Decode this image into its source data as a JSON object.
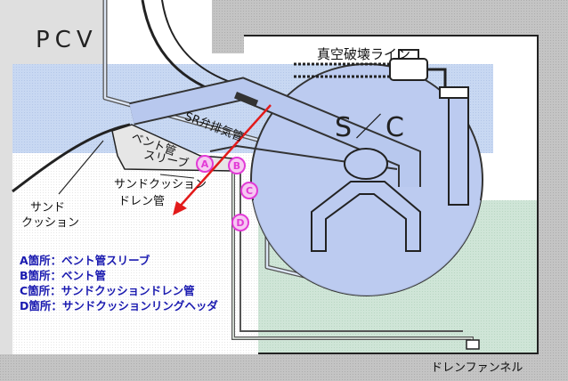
{
  "labels": {
    "pcv": "PCV",
    "sc": "S／C",
    "vacuum_breaker": "真空破壊ライン",
    "sr_exhaust": "SR弁排気管",
    "vent_pipe": "ベント管",
    "sleeve": "スリーブ",
    "drain_line1": "サンドクッション",
    "drain_line2": "ドレン管",
    "sand1": "サンド",
    "sand2": "クッション",
    "funnel": "ドレンファンネル"
  },
  "markers": [
    "A",
    "B",
    "C",
    "D"
  ],
  "legend": [
    "A箇所：ベント管スリーブ",
    "B箇所：ベント管",
    "C箇所：サンドクッションドレン管",
    "D箇所：サンドクッションリングヘッダ"
  ],
  "colors": {
    "water_blue": "#c8d8f2",
    "water_green": "#cfe5d7",
    "concrete": "#c8c8c8",
    "marker": "#e23bd6",
    "arrow": "#e21a1a",
    "legend_text": "#1a1ab0"
  }
}
